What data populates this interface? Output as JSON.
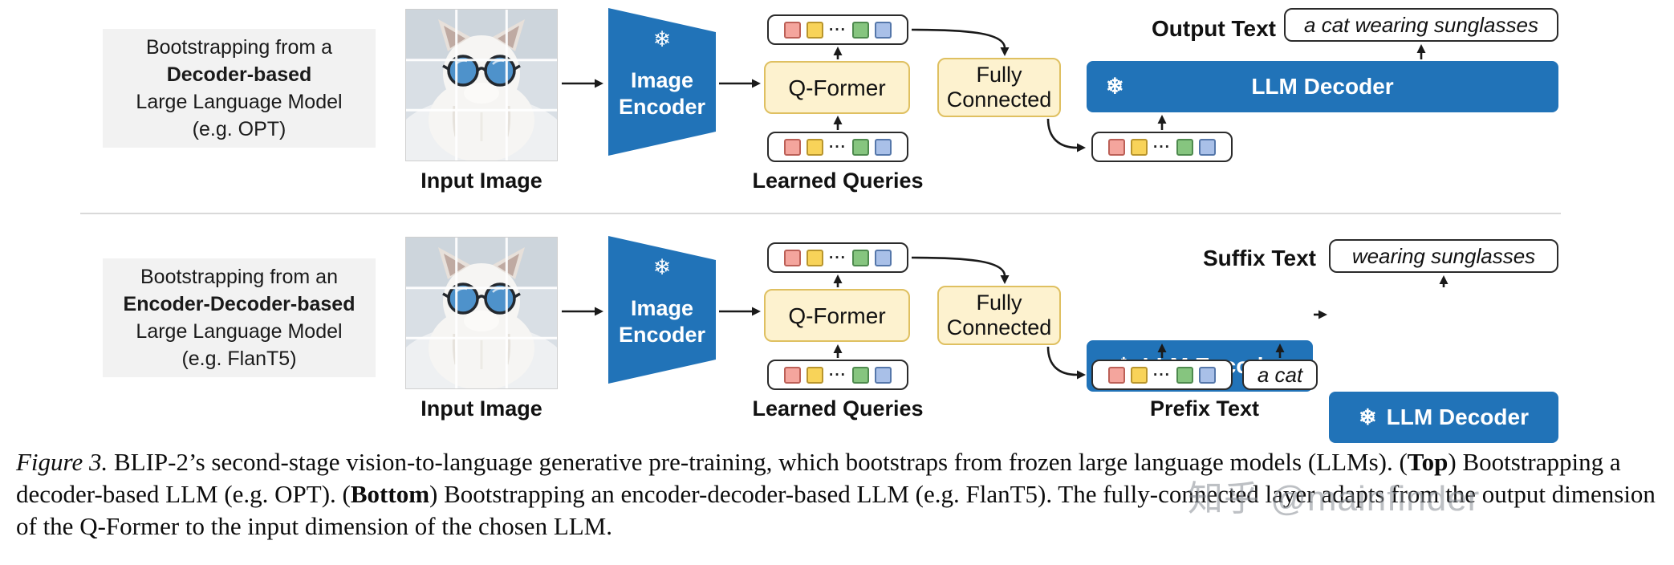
{
  "icons": {
    "snowflake": "❄"
  },
  "colors": {
    "frozen_blue": "#2173b8",
    "yellow_box_fill": "#fdf2cf",
    "yellow_box_border": "#dfc061",
    "token_red": "#f4a59d",
    "token_yellow": "#f8d359",
    "token_green": "#86c57f",
    "token_blue": "#a9c0e8",
    "intro_box_gray": "#f2f2f2"
  },
  "tokens": {
    "ellipsis": "···"
  },
  "top": {
    "intro_lines": [
      "Bootstrapping from a",
      "Decoder-based",
      "Large Language Model",
      "(e.g. OPT)"
    ],
    "input_image_label": "Input Image",
    "image_encoder_label": "Image Encoder",
    "qformer_label": "Q-Former",
    "learned_queries_label": "Learned Queries",
    "fully_connected_label": "Fully Connected",
    "output_text_label": "Output Text",
    "output_text_value": "a cat wearing sunglasses",
    "llm_decoder_label": "LLM Decoder"
  },
  "bottom": {
    "intro_lines": [
      "Bootstrapping from an",
      "Encoder-Decoder-based",
      "Large Language Model",
      "(e.g. FlanT5)"
    ],
    "input_image_label": "Input Image",
    "image_encoder_label": "Image Encoder",
    "qformer_label": "Q-Former",
    "learned_queries_label": "Learned Queries",
    "fully_connected_label": "Fully Connected",
    "suffix_text_label": "Suffix Text",
    "suffix_text_value": "wearing sunglasses",
    "llm_encoder_label": "LLM Encoder",
    "llm_decoder_label": "LLM Decoder",
    "prefix_text_label": "Prefix Text",
    "prefix_text_value": "a cat"
  },
  "caption": {
    "figure_label": "Figure 3.",
    "text1": "BLIP-2’s second-stage vision-to-language generative pre-training, which bootstraps from frozen large language models (LLMs). (",
    "top_bold": "Top",
    "text2": ") Bootstrapping a decoder-based LLM (e.g. OPT). (",
    "bottom_bold": "Bottom",
    "text3": ") Bootstrapping an encoder-decoder-based LLM (e.g. FlanT5). The fully-connected layer adapts from the output dimension of the Q-Former to the input dimension of the chosen LLM."
  },
  "watermark": "知乎 @mainfinder"
}
